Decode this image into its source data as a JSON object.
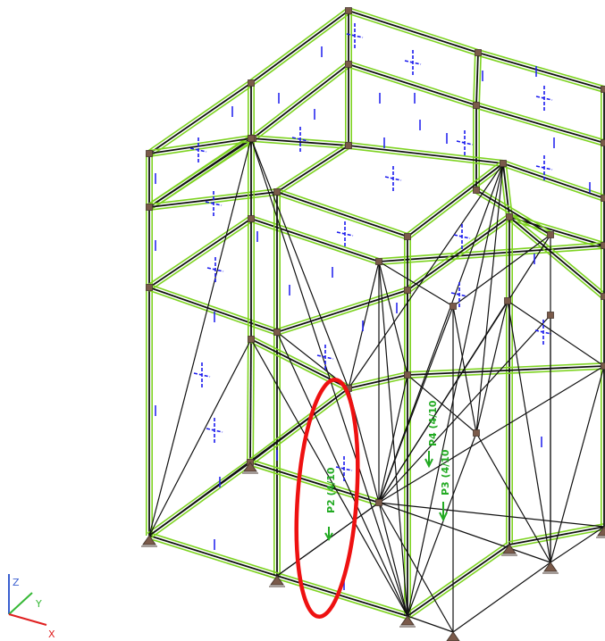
{
  "colors": {
    "frame_outline": "#7ed321",
    "member": "#111111",
    "load_marker": "#1a1aee",
    "support": "#7a5a4a",
    "member_label": "#22aa22",
    "highlight": "#ee1111"
  },
  "member_labels": [
    {
      "id": "P2",
      "text": "P2 (4/10"
    },
    {
      "id": "P4",
      "text": "P4 (4/10"
    },
    {
      "id": "P3",
      "text": "P3 (4/10"
    }
  ],
  "axis_triad": {
    "z_label": "Z",
    "y_label": "Y",
    "x_label": "X",
    "z_color": "#3a5fd0",
    "y_color": "#36b836",
    "x_color": "#e02020"
  }
}
